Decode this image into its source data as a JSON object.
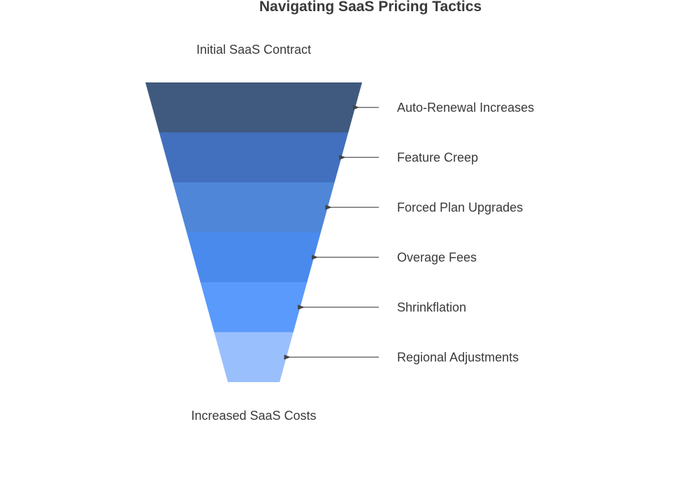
{
  "title": "Navigating SaaS Pricing Tactics",
  "top_label": "Initial SaaS Contract",
  "bottom_label": "Increased SaaS Costs",
  "stages": [
    {
      "label": "Auto-Renewal Increases",
      "color": "#3f5a7e"
    },
    {
      "label": "Feature Creep",
      "color": "#4270be"
    },
    {
      "label": "Forced Plan Upgrades",
      "color": "#4f86d8"
    },
    {
      "label": "Overage Fees",
      "color": "#4a8aed"
    },
    {
      "label": "Shrinkflation",
      "color": "#5a9afc"
    },
    {
      "label": "Regional Adjustments",
      "color": "#9abffd"
    }
  ]
}
